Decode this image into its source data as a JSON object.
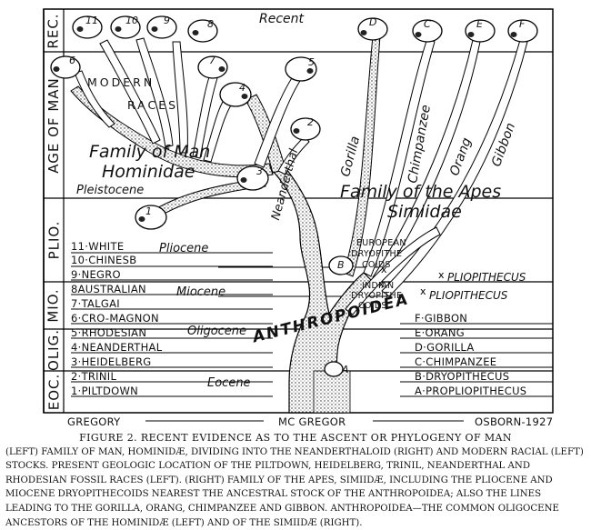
{
  "eras": [
    "REC.",
    "AGE OF MAN",
    "PLIO.",
    "MIO.",
    "OLIG.",
    "EOC."
  ],
  "periods": {
    "recent": "Recent",
    "pleistocene": "Pleistocene",
    "pliocene": "Pliocene",
    "miocene": "Miocene",
    "oligocene": "Oligocene",
    "eocene": "Eocene"
  },
  "left_family": {
    "line1": "Family of Man",
    "line2": "Hominidae",
    "modern_races_1": "MODERN",
    "modern_races_2": "RACES",
    "stem": "Neanderthal"
  },
  "right_family": {
    "line1": "Family of the Apes",
    "line2": "Simiidae"
  },
  "apes": [
    "Gorilla",
    "Chimpanzee",
    "Orang",
    "Gibbon"
  ],
  "anthropoidea": "ANTHROPOIDEA",
  "human_list": [
    "11·WHITE",
    "10·CHINESB",
    "9·NEGRO",
    "8AUSTRALIAN",
    "7·TALGAI",
    "6·CRO-MAGNON",
    "5·RHODESIAN",
    "4·NEANDERTHAL",
    "3·HEIDELBERG",
    "2·TRINIL",
    "1·PILTDOWN"
  ],
  "ape_list": [
    "F·GIBBON",
    "E·ORANG",
    "D·GORILLA",
    "C·CHIMPANZEE",
    "B·DRYOPITHECUS",
    "A·PROPLIOPITHECUS"
  ],
  "dryo_labels": {
    "european_1": "EUROPEAN",
    "european_2": "DRYOPITHE",
    "european_3": "COIDS",
    "indian_1": "INDIAN",
    "indian_2": "DRYOPITHE",
    "indian_3": "COIDS",
    "plio_1": "PLIOPITHECUS",
    "plio_2": "PLIOPITHECUS"
  },
  "skull_numbers": [
    "11",
    "10",
    "9",
    "8",
    "7",
    "6",
    "5",
    "4",
    "3",
    "2",
    "1"
  ],
  "ape_letters": [
    "D",
    "C",
    "E",
    "F",
    "B",
    "A"
  ],
  "credits": {
    "left": "GREGORY",
    "center": "MC GREGOR",
    "right": "OSBORN-1927"
  },
  "caption": {
    "title": "FIGURE 2.  RECENT EVIDENCE AS TO THE ASCENT OR PHYLOGENY OF MAN",
    "body": "(LEFT) FAMILY OF MAN, HOMINIDÆ, DIVIDING INTO THE NEANDERTHALOID (RIGHT) AND MODERN RACIAL (LEFT) STOCKS. PRESENT GEOLOGIC LOCATION OF THE PILTDOWN, HEIDELBERG, TRINIL, NEANDERTHAL AND RHODESIAN FOSSIL RACES (LEFT).  (RIGHT) FAMILY OF THE APES, SIMIIDÆ, INCLUDING THE PLIOCENE AND MIOCENE DRYOPITHECOIDS NEAREST THE ANCESTRAL STOCK OF THE ANTHROPOIDEA; ALSO THE LINES LEADING TO THE GORILLA, ORANG, CHIMPANZEE AND GIBBON.  ANTHROPOIDEA—THE COMMON OLIGOCENE ANCESTORS OF THE HOMINIDÆ (LEFT) AND OF THE SIMIIDÆ (RIGHT)."
  }
}
